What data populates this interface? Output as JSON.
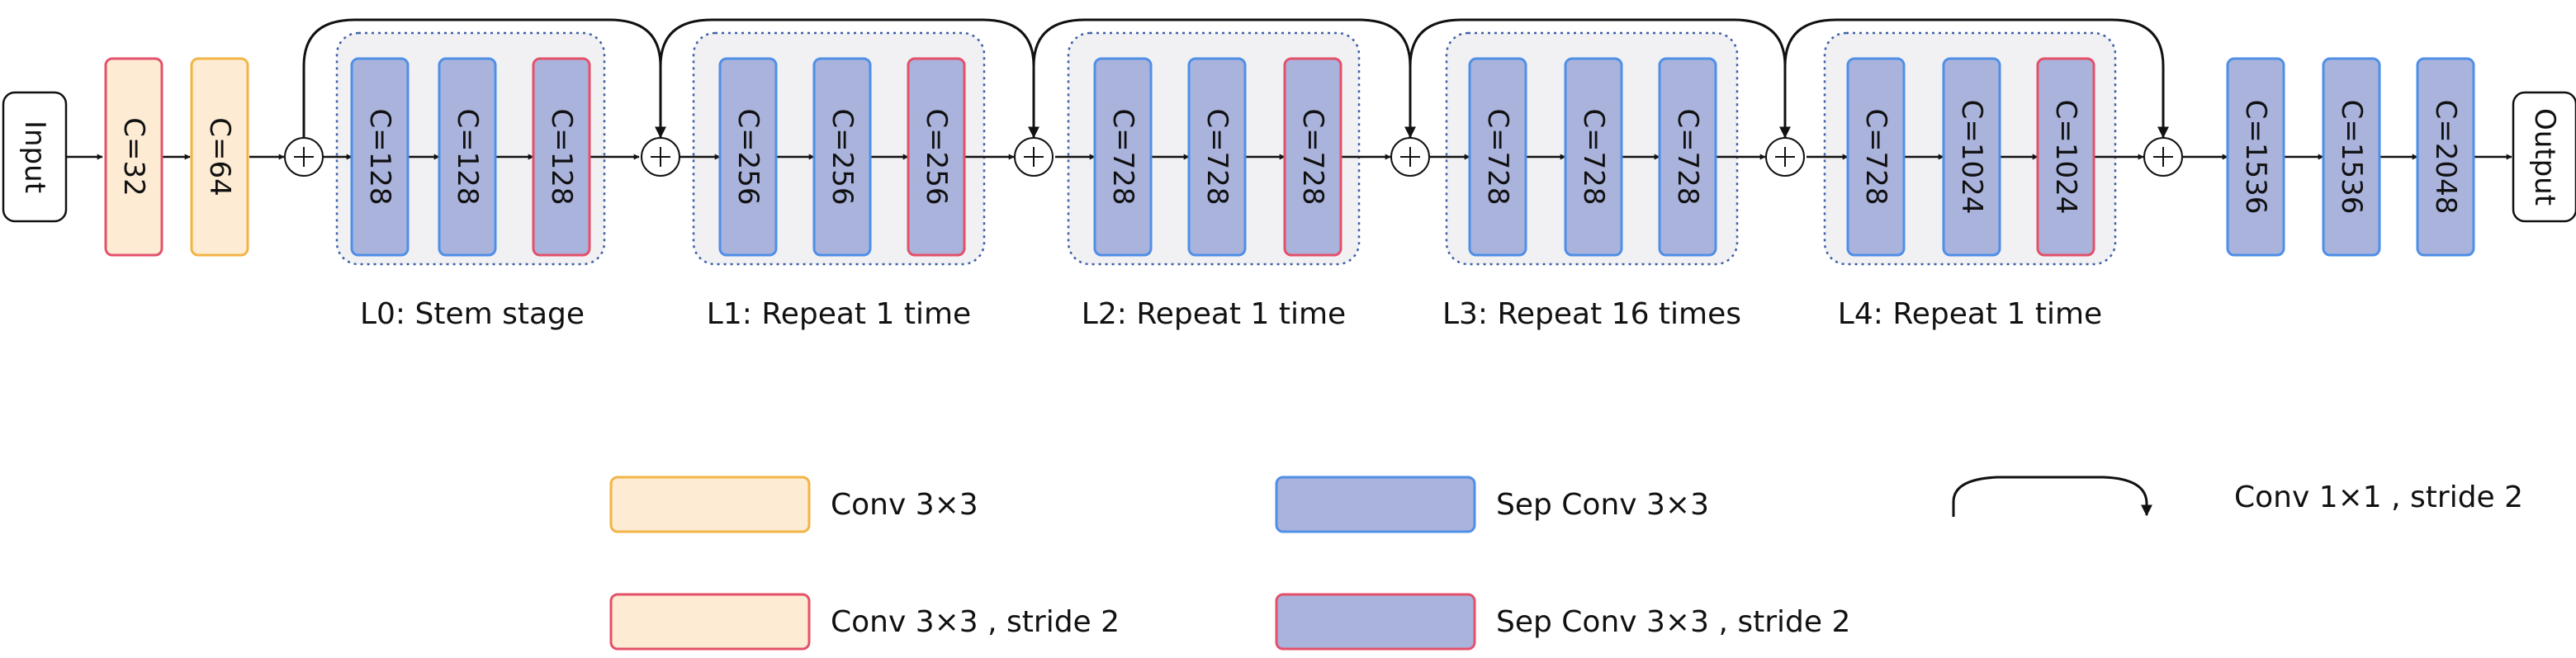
{
  "io": {
    "input": "Input",
    "output": "Output"
  },
  "blocks": [
    {
      "label": "C=32",
      "kind": "conv_stride"
    },
    {
      "label": "C=64",
      "kind": "conv"
    },
    {
      "label": "C=128",
      "kind": "sep"
    },
    {
      "label": "C=128",
      "kind": "sep"
    },
    {
      "label": "C=128",
      "kind": "sep_stride"
    },
    {
      "label": "C=256",
      "kind": "sep"
    },
    {
      "label": "C=256",
      "kind": "sep"
    },
    {
      "label": "C=256",
      "kind": "sep_stride"
    },
    {
      "label": "C=728",
      "kind": "sep"
    },
    {
      "label": "C=728",
      "kind": "sep"
    },
    {
      "label": "C=728",
      "kind": "sep_stride"
    },
    {
      "label": "C=728",
      "kind": "sep"
    },
    {
      "label": "C=728",
      "kind": "sep"
    },
    {
      "label": "C=728",
      "kind": "sep"
    },
    {
      "label": "C=728",
      "kind": "sep"
    },
    {
      "label": "C=1024",
      "kind": "sep"
    },
    {
      "label": "C=1024",
      "kind": "sep_stride"
    },
    {
      "label": "C=1536",
      "kind": "sep"
    },
    {
      "label": "C=1536",
      "kind": "sep"
    },
    {
      "label": "C=2048",
      "kind": "sep"
    }
  ],
  "stages": [
    {
      "label": "L0: Stem stage"
    },
    {
      "label": "L1: Repeat 1 time"
    },
    {
      "label": "L2: Repeat 1 time"
    },
    {
      "label": "L3: Repeat 16 times"
    },
    {
      "label": "L4: Repeat 1 time"
    }
  ],
  "legend": {
    "conv": "Conv 3×3",
    "conv_stride": "Conv 3×3 , stride 2",
    "sep": "Sep Conv 3×3",
    "sep_stride": "Sep Conv 3×3 , stride 2",
    "skip": "Conv 1×1 , stride 2"
  },
  "colors": {
    "conv_fill": "#fdebd4",
    "conv_border": "#f2b445",
    "sep_fill": "#aab3dc",
    "sep_border": "#4f8fe6",
    "stride_border": "#e4506a",
    "stage_fill": "#f1f1f3",
    "stage_border": "#3c5fa8"
  }
}
